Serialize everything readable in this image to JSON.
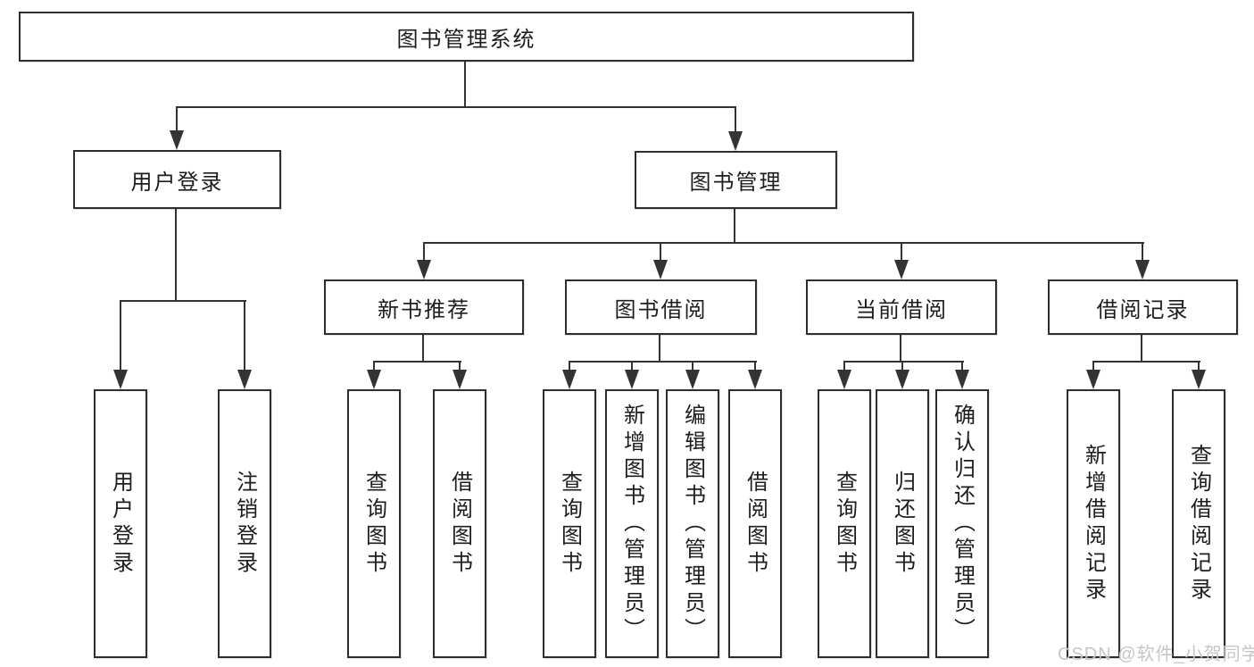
{
  "diagram": {
    "root": {
      "label": "图书管理系统",
      "children": [
        {
          "label": "用户登录",
          "children": [
            {
              "label": "用户登录"
            },
            {
              "label": "注销登录"
            }
          ]
        },
        {
          "label": "图书管理",
          "children": [
            {
              "label": "新书推荐",
              "children": [
                {
                  "label": "查询图书"
                },
                {
                  "label": "借阅图书"
                }
              ]
            },
            {
              "label": "图书借阅",
              "children": [
                {
                  "label": "查询图书"
                },
                {
                  "label": "新增图书（管理员）"
                },
                {
                  "label": "编辑图书（管理员）"
                },
                {
                  "label": "借阅图书"
                }
              ]
            },
            {
              "label": "当前借阅",
              "children": [
                {
                  "label": "查询图书"
                },
                {
                  "label": "归还图书"
                },
                {
                  "label": "确认归还（管理员）"
                }
              ]
            },
            {
              "label": "借阅记录",
              "children": [
                {
                  "label": "新增借阅记录"
                },
                {
                  "label": "查询借阅记录"
                }
              ]
            }
          ]
        }
      ]
    }
  },
  "watermark": {
    "text": "CSDN @软件_小贺同学"
  },
  "colors": {
    "line": "#333333",
    "box_border": "#2e2e2e",
    "text": "#1d1d1d",
    "watermark": "#c6c6c6",
    "background": "#ffffff"
  }
}
